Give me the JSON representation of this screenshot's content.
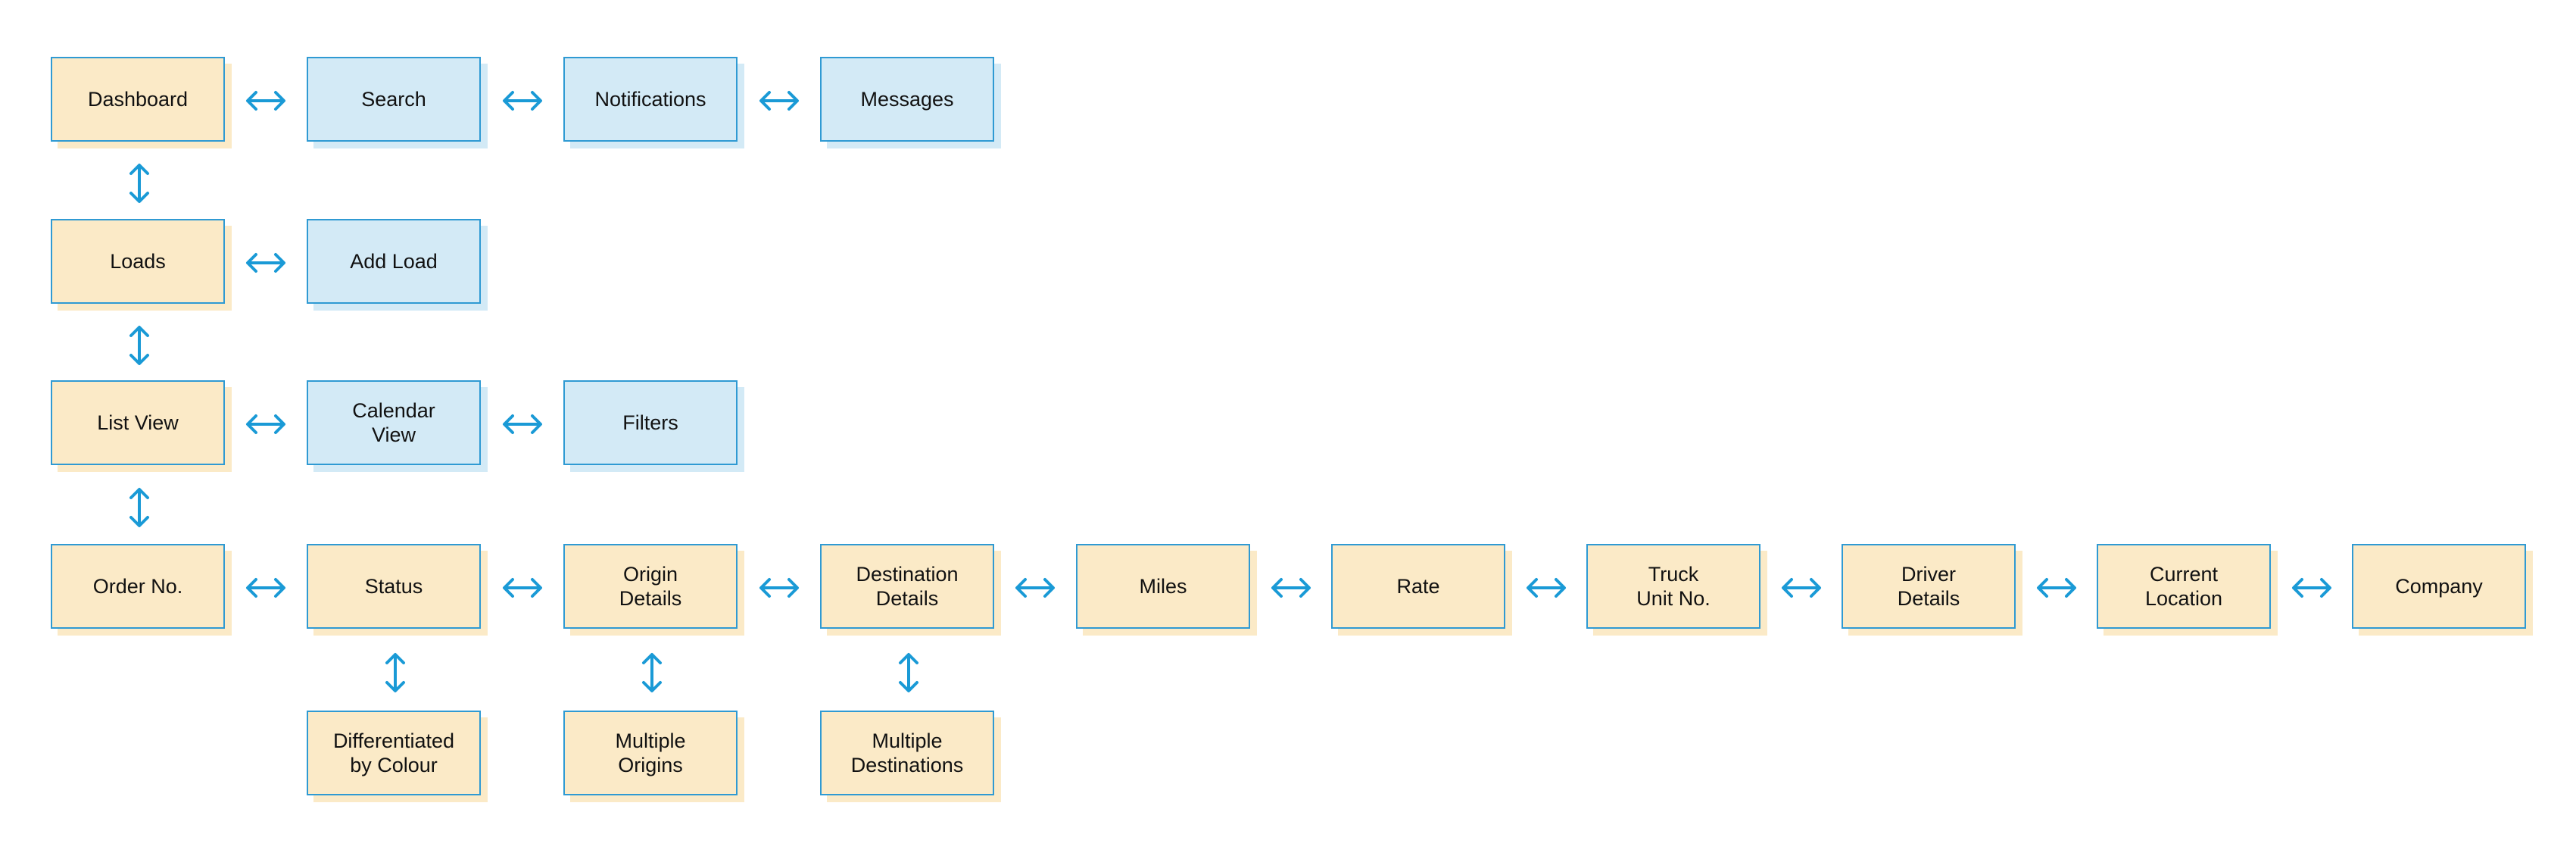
{
  "colors": {
    "primary_fill": "#fbeac7",
    "secondary_fill": "#d3eaf6",
    "border": "#2f9ad3",
    "connector": "#1a9ad6",
    "text": "#111111"
  },
  "nodes": {
    "dashboard": {
      "label": "Dashboard",
      "kind": "primary"
    },
    "search": {
      "label": "Search",
      "kind": "secondary"
    },
    "notifications": {
      "label": "Notifications",
      "kind": "secondary"
    },
    "messages": {
      "label": "Messages",
      "kind": "secondary"
    },
    "loads": {
      "label": "Loads",
      "kind": "primary"
    },
    "add_load": {
      "label": "Add Load",
      "kind": "secondary"
    },
    "list_view": {
      "label": "List View",
      "kind": "primary"
    },
    "calendar_view": {
      "label": "Calendar\nView",
      "kind": "secondary"
    },
    "filters": {
      "label": "Filters",
      "kind": "secondary"
    },
    "order_no": {
      "label": "Order No.",
      "kind": "primary"
    },
    "status": {
      "label": "Status",
      "kind": "primary"
    },
    "origin_details": {
      "label": "Origin\nDetails",
      "kind": "primary"
    },
    "destination_details": {
      "label": "Destination\nDetails",
      "kind": "primary"
    },
    "miles": {
      "label": "Miles",
      "kind": "primary"
    },
    "rate": {
      "label": "Rate",
      "kind": "primary"
    },
    "truck_unit_no": {
      "label": "Truck\nUnit No.",
      "kind": "primary"
    },
    "driver_details": {
      "label": "Driver\nDetails",
      "kind": "primary"
    },
    "current_location": {
      "label": "Current\nLocation",
      "kind": "primary"
    },
    "company": {
      "label": "Company",
      "kind": "primary"
    },
    "differentiated_by_colour": {
      "label": "Differentiated\nby Colour",
      "kind": "primary"
    },
    "multiple_origins": {
      "label": "Multiple\nOrigins",
      "kind": "primary"
    },
    "multiple_destinations": {
      "label": "Multiple\nDestinations",
      "kind": "primary"
    }
  },
  "connections": [
    [
      "dashboard",
      "search"
    ],
    [
      "search",
      "notifications"
    ],
    [
      "notifications",
      "messages"
    ],
    [
      "dashboard",
      "loads"
    ],
    [
      "loads",
      "add_load"
    ],
    [
      "loads",
      "list_view"
    ],
    [
      "list_view",
      "calendar_view"
    ],
    [
      "calendar_view",
      "filters"
    ],
    [
      "list_view",
      "order_no"
    ],
    [
      "order_no",
      "status"
    ],
    [
      "status",
      "origin_details"
    ],
    [
      "origin_details",
      "destination_details"
    ],
    [
      "destination_details",
      "miles"
    ],
    [
      "miles",
      "rate"
    ],
    [
      "rate",
      "truck_unit_no"
    ],
    [
      "truck_unit_no",
      "driver_details"
    ],
    [
      "driver_details",
      "current_location"
    ],
    [
      "current_location",
      "company"
    ],
    [
      "status",
      "differentiated_by_colour"
    ],
    [
      "origin_details",
      "multiple_origins"
    ],
    [
      "destination_details",
      "multiple_destinations"
    ]
  ]
}
